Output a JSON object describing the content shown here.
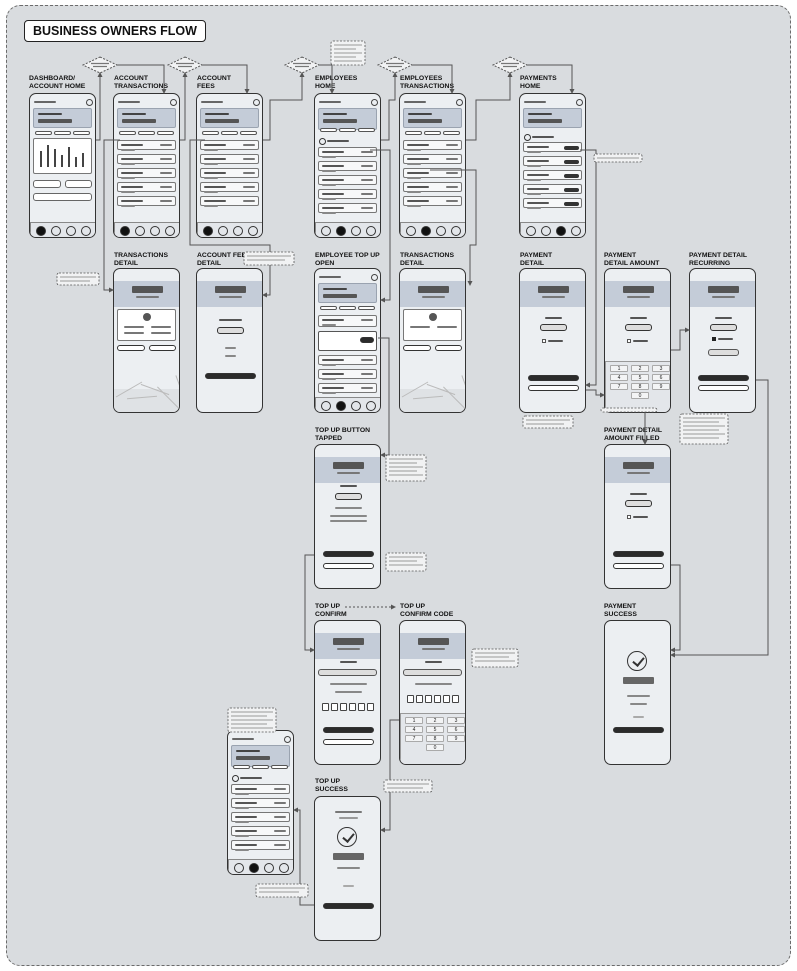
{
  "title": "BUSINESS OWNERS FLOW",
  "screen_labels": {
    "dashboard": "DASHBOARD/\nACCOUNT HOME",
    "account_transactions": "ACCOUNT\nTRANSACTIONS",
    "account_fees": "ACCOUNT\nFEES",
    "employees_home": "EMPLOYEES\nHOME",
    "employees_transactions": "EMPLOYEES\nTRANSACTIONS",
    "payments_home": "PAYMENTS\nHOME",
    "transactions_detail": "TRANSACTIONS\nDETAIL",
    "account_fee_detail": "ACCOUNT FEE\nDETAIL",
    "employee_top_up_open": "EMPLOYEE TOP UP\nOPEN",
    "transactions_detail_2": "TRANSACTIONS\nDETAIL",
    "payment_detail": "PAYMENT\nDETAIL",
    "payment_detail_amount": "PAYMENT\nDETAIL AMOUNT",
    "payment_detail_recurring": "PAYMENT DETAIL\nRECURRING",
    "top_up_button_tapped": "TOP UP BUTTON\nTAPPED",
    "payment_detail_amount_filled": "PAYMENT DETAIL\nAMOUNT FILLED",
    "top_up_confirm": "TOP UP\nCONFIRM",
    "top_up_confirm_code": "TOP UP\nCONFIRM CODE",
    "payment_success": "PAYMENT\nSUCCESS",
    "top_up_success": "TOP UP\nSUCCESS"
  },
  "keypad": [
    "1",
    "2",
    "3",
    "4",
    "5",
    "6",
    "7",
    "8",
    "9",
    "0"
  ]
}
